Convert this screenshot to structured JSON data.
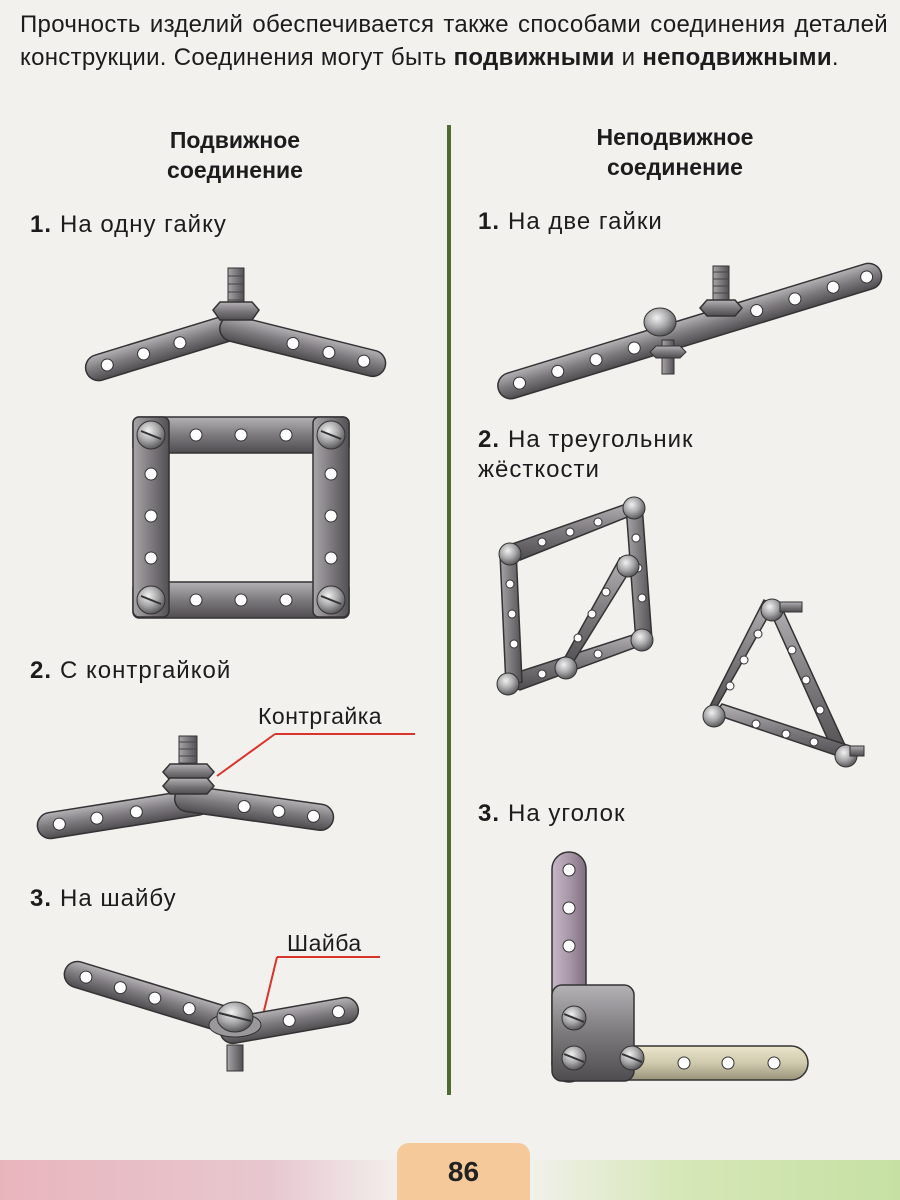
{
  "intro": {
    "line1": "Прочность изделий обеспечивается также способами соединения деталей конструкции. Соединения могут быть ",
    "bold1": "подвижными",
    "and": " и ",
    "bold2": "неподвижными",
    "end": "."
  },
  "left": {
    "heading_line1": "Подвижное",
    "heading_line2": "соединение",
    "items": [
      {
        "num": "1.",
        "text": "На одну гайку"
      },
      {
        "num": "2.",
        "text": "С контргайкой"
      },
      {
        "num": "3.",
        "text": "На шайбу"
      }
    ],
    "callouts": {
      "locknut": "Контргайка",
      "washer": "Шайба"
    }
  },
  "right": {
    "heading_line1": "Неподвижное",
    "heading_line2": "соединение",
    "items": [
      {
        "num": "1.",
        "text": "На две гайки"
      },
      {
        "num": "2.",
        "text": "На треугольник",
        "text2": "жёсткости"
      },
      {
        "num": "3.",
        "text": "На уголок"
      }
    ]
  },
  "page_number": "86",
  "colors": {
    "divider": "#4d6b34",
    "metal": "#7d7a7e",
    "callout_line": "#d9342b",
    "page_box": "#f6c99a"
  }
}
